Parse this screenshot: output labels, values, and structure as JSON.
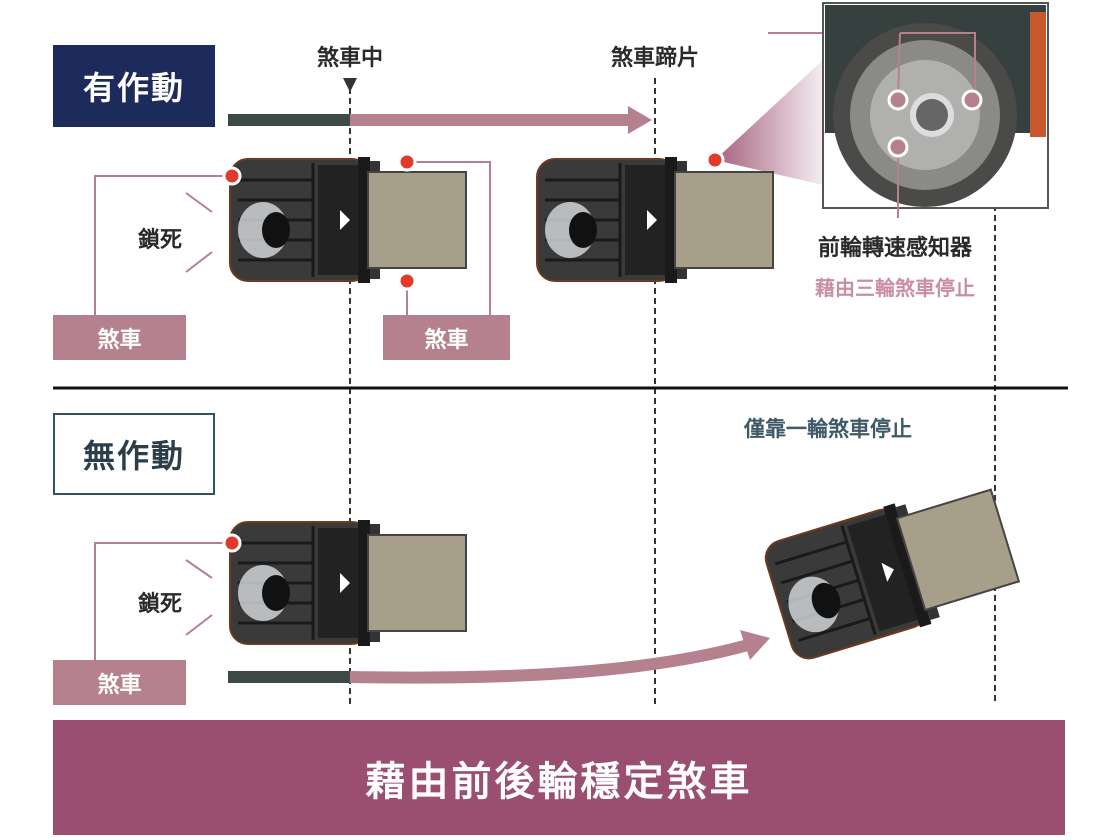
{
  "modes": {
    "active": "有作動",
    "inactive": "無作動"
  },
  "labels": {
    "braking": "煞車中",
    "brake_shoe": "煞車蹄片",
    "locked_top": "鎖死",
    "locked_bottom": "鎖死",
    "front_sensor": "前輪轉速感知器",
    "three_wheel_stop": "藉由三輪煞車停止",
    "one_wheel_stop": "僅靠一輪煞車停止"
  },
  "brake_tags": [
    "煞車",
    "煞車",
    "煞車"
  ],
  "banner": "藉由前後輪穩定煞車",
  "colors": {
    "navy": "#1d2a5c",
    "pink": "#b5818f",
    "banner": "#9b4f70",
    "dot": "#e03a2a",
    "load": "#a89f8a"
  }
}
